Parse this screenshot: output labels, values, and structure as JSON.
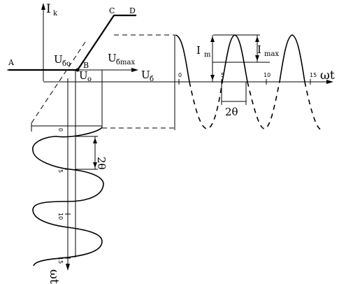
{
  "labels": {
    "ik": "I",
    "ik_sub": "k",
    "A": "A",
    "B": "B",
    "C": "C",
    "D": "D",
    "u_bo": "U",
    "u_bo_sub": "бо",
    "u_o": "U",
    "u_o_sub": "o",
    "u_bmax": "U",
    "u_bmax_sub": "бmax",
    "u_b": "U",
    "u_b_sub": "б",
    "im": "I",
    "im_sub": "m",
    "imax": "I",
    "imax_sub": "max",
    "two_theta_top": "2θ",
    "two_theta_left": "2θ",
    "omega_t_right": "ωt",
    "omega_t_bottom": "ωt"
  },
  "ticks_right": [
    "0",
    "5",
    "10",
    "15"
  ],
  "ticks_bottom": [
    "0",
    "5",
    "10",
    "15"
  ]
}
